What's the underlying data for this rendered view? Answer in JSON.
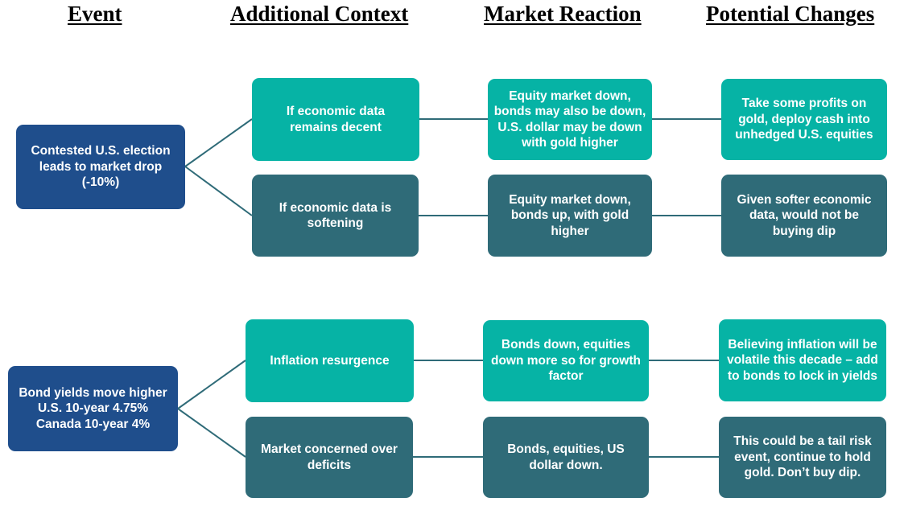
{
  "headers": {
    "event": "Event",
    "context": "Additional Context",
    "reaction": "Market Reaction",
    "changes": "Potential Changes"
  },
  "scenario1": {
    "event": "Contested U.S. election leads to market drop (-10%)",
    "branch_a": {
      "context": "If economic data remains decent",
      "reaction": "Equity market down, bonds may also be down, U.S. dollar may be down with gold higher",
      "change": "Take some profits on gold, deploy cash into unhedged U.S. equities"
    },
    "branch_b": {
      "context": "If economic data is softening",
      "reaction": "Equity market down, bonds up, with gold higher",
      "change": "Given softer economic data, would not be buying dip"
    }
  },
  "scenario2": {
    "event_line1": "Bond yields move higher",
    "event_line2": "U.S. 10-year 4.75%",
    "event_line3": "Canada 10-year 4%",
    "branch_a": {
      "context": "Inflation resurgence",
      "reaction": "Bonds down, equities down more so for growth factor",
      "change": "Believing inflation will be volatile this decade – add to bonds to lock in yields"
    },
    "branch_b": {
      "context": "Market concerned over deficits",
      "reaction": "Bonds, equities, US dollar down.",
      "change": "This could be a tail risk event, continue to hold gold. Don’t buy dip."
    }
  },
  "colors": {
    "event_box": "#1f4e8c",
    "upper_branch_box": "#06b3a5",
    "lower_branch_box": "#2f6b78",
    "connector": "#2f6b78"
  }
}
